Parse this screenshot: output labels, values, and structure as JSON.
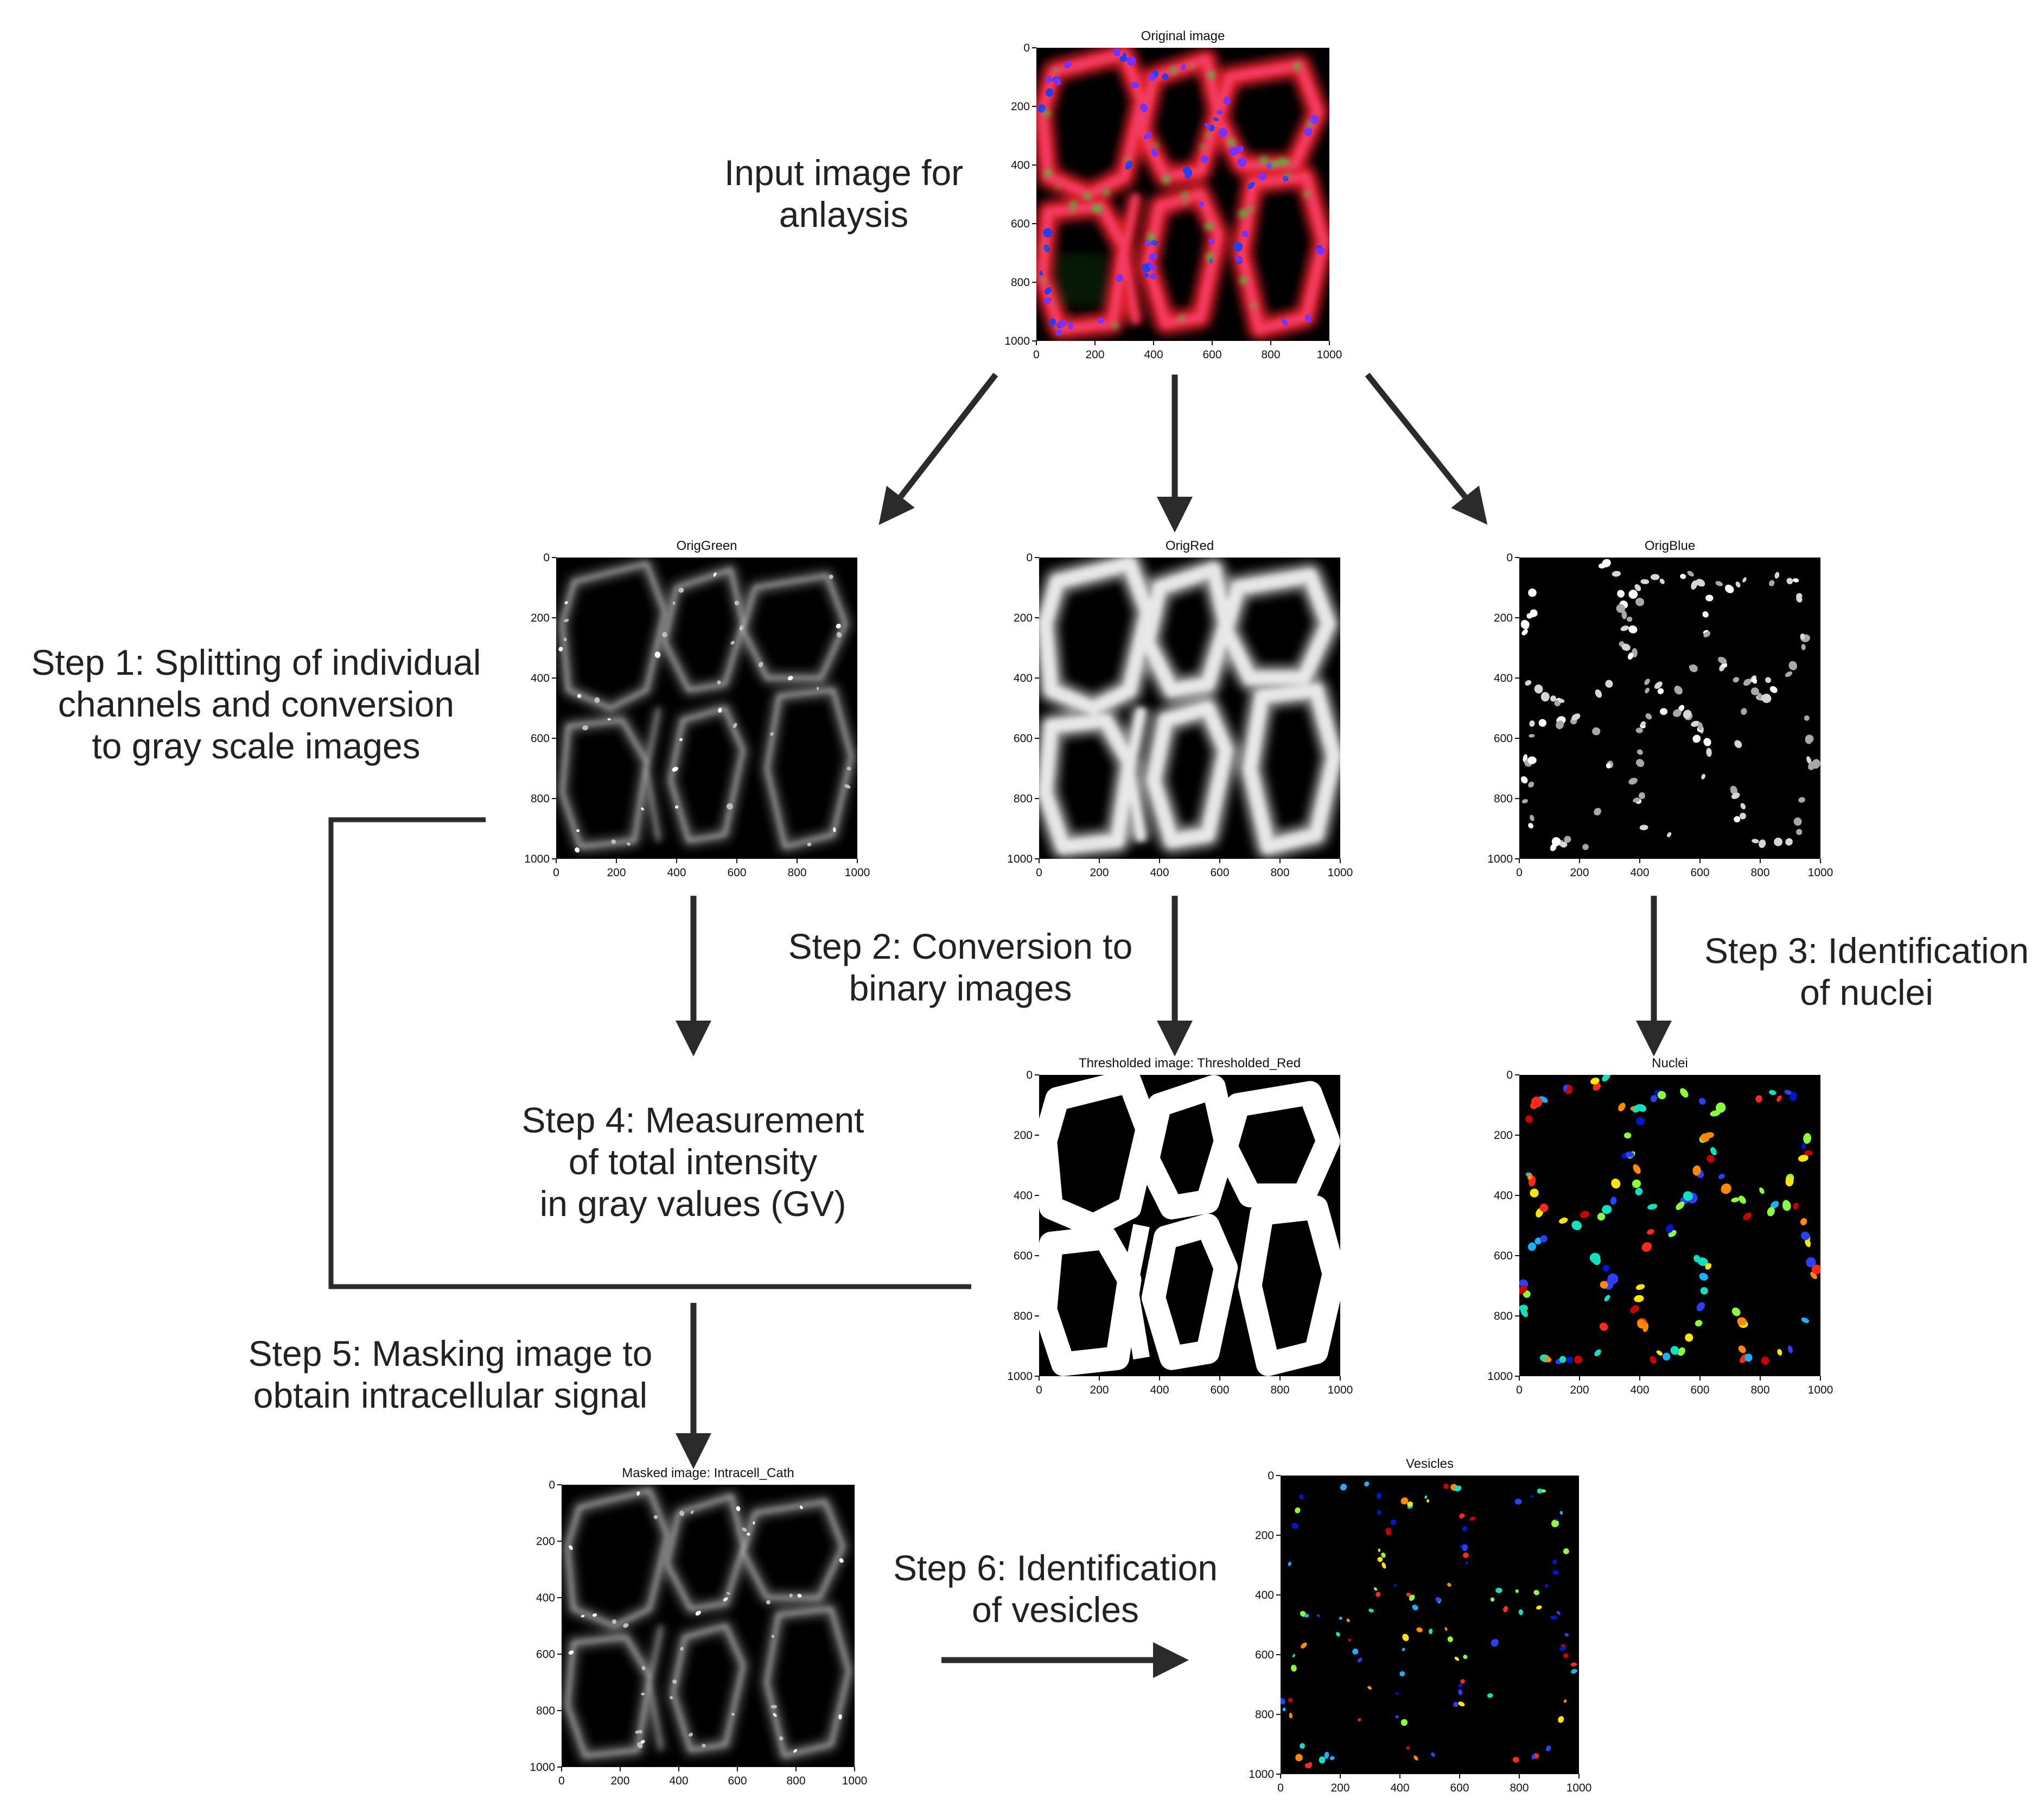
{
  "steps": {
    "input": [
      "Input image for",
      "anlaysis"
    ],
    "step1": [
      "Step 1: Splitting of individual",
      "channels and conversion",
      "to gray scale images"
    ],
    "step2": [
      "Step 2: Conversion to",
      "binary images"
    ],
    "step3": [
      "Step 3: Identification",
      "of nuclei"
    ],
    "step4": [
      "Step 4: Measurement",
      "of total intensity",
      "in gray values (GV)"
    ],
    "step5": [
      "Step 5: Masking image to",
      "obtain intracellular signal"
    ],
    "step6": [
      "Step 6: Identification",
      "of vesicles"
    ]
  },
  "panels": [
    {
      "id": "original",
      "title": "Original image",
      "style": "color"
    },
    {
      "id": "orig-green",
      "title": "OrigGreen",
      "style": "gray-faint"
    },
    {
      "id": "orig-red",
      "title": "OrigRed",
      "style": "gray-bright"
    },
    {
      "id": "orig-blue",
      "title": "OrigBlue",
      "style": "nuclei-gray"
    },
    {
      "id": "thresholded",
      "title": "Thresholded image: Thresholded_Red",
      "style": "binary"
    },
    {
      "id": "nuclei",
      "title": "Nuclei",
      "style": "nuclei-color"
    },
    {
      "id": "masked",
      "title": "Masked image: Intracell_Cath",
      "style": "gray-faint"
    },
    {
      "id": "vesicles",
      "title": "Vesicles",
      "style": "vesicle-color"
    }
  ],
  "axis": {
    "ticks": [
      "0",
      "200",
      "400",
      "600",
      "800",
      "1000"
    ]
  },
  "colors": {
    "arrow": "#2b2b2b",
    "text": "#222222",
    "red_channel": "#e8232f",
    "green_channel": "#3ecb3a",
    "blue_channel": "#2a3cf0"
  }
}
